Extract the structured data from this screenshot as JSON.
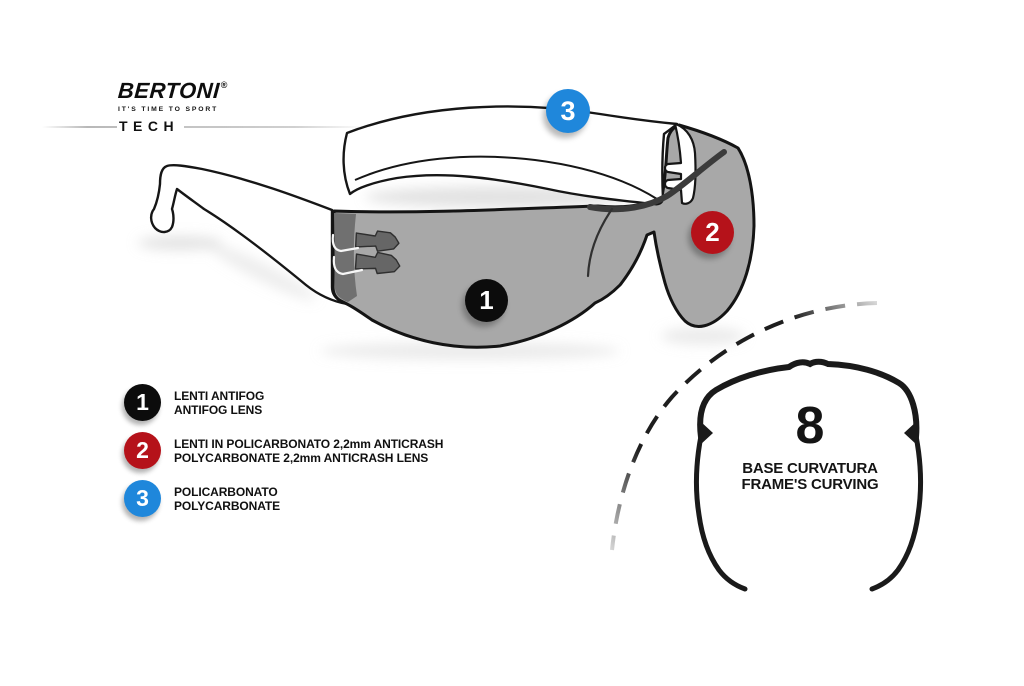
{
  "brand": {
    "name": "BERTONI",
    "registered_mark": "®",
    "tagline": "IT'S TIME TO SPORT",
    "model": "TECH"
  },
  "callouts": {
    "markers": [
      {
        "number": "1",
        "color": "#0c0c0c"
      },
      {
        "number": "2",
        "color": "#b5121a"
      },
      {
        "number": "3",
        "color": "#1f87db"
      }
    ],
    "legend": [
      {
        "number": "1",
        "color": "#0c0c0c",
        "line1": "LENTI ANTIFOG",
        "line2": "ANTIFOG LENS"
      },
      {
        "number": "2",
        "color": "#b5121a",
        "line1": "LENTI IN POLICARBONATO 2,2mm ANTICRASH",
        "line2": "POLYCARBONATE 2,2mm ANTICRASH LENS"
      },
      {
        "number": "3",
        "color": "#1f87db",
        "line1": "POLICARBONATO",
        "line2": "POLYCARBONATE"
      }
    ]
  },
  "curvature": {
    "value": "8",
    "label_it": "BASE CURVATURA",
    "label_en": "FRAME'S CURVING"
  },
  "illustration": {
    "lens_gray": "#a8a8a8",
    "hinge_gray": "#707070",
    "outline_color": "#141414"
  }
}
